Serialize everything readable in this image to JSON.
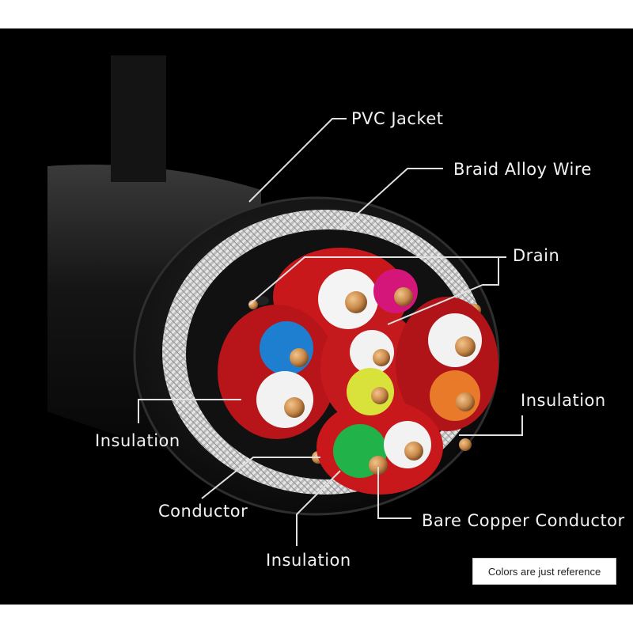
{
  "labels": {
    "pvc_jacket": "PVC Jacket",
    "braid": "Braid Alloy Wire",
    "drain": "Drain",
    "insulation_right": "Insulation",
    "insulation_left": "Insulation",
    "conductor": "Conductor",
    "insulation_bottom": "Insulation",
    "bare_copper": "Bare Copper Conductor"
  },
  "note": "Colors are just reference",
  "colors": {
    "background": "#000000",
    "jacket": "#1a1a1a",
    "braid": "#c9c9c9",
    "shield_red": "#c8181c",
    "copper": "#c98a4a",
    "label_line": "#e0e0e0"
  },
  "pair_colors": [
    "#ffffff",
    "#d4157a",
    "#1e7fd0",
    "#ffffff",
    "#d8e23a",
    "#ffffff",
    "#e87a2a",
    "#22b24a",
    "#ffffff"
  ]
}
